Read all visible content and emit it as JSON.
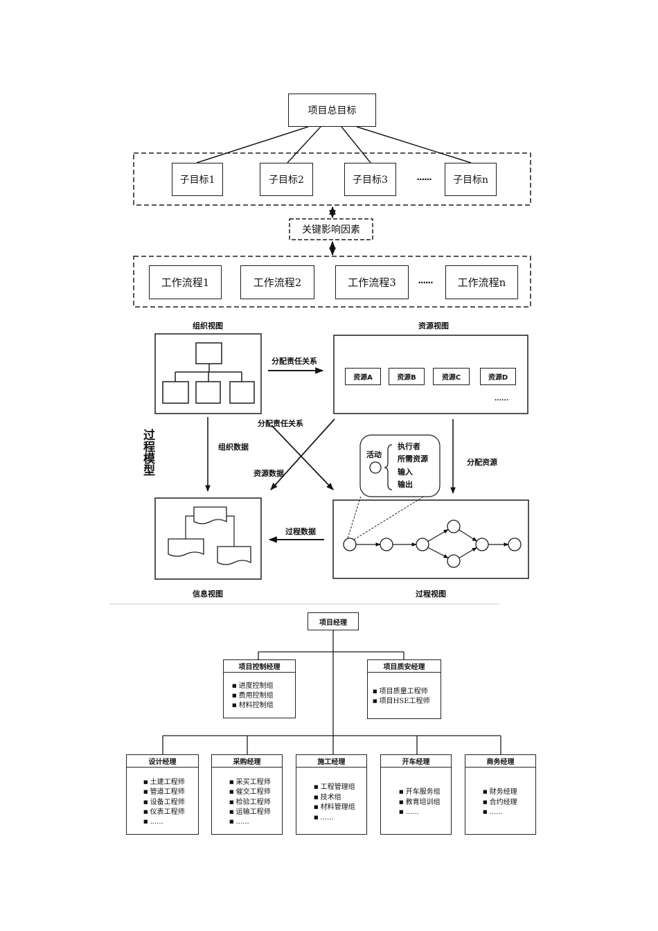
{
  "goal_hierarchy": {
    "main_goal": "项目总目标",
    "sub_goals": [
      "子目标1",
      "子目标2",
      "子目标3",
      "子目标n"
    ],
    "sub_goal_ellipsis": "......",
    "key_factors": "关键影响因素",
    "workflows": [
      "工作流程1",
      "工作流程2",
      "工作流程3",
      "工作流程n"
    ],
    "workflow_ellipsis": "......"
  },
  "process_model": {
    "title": "过程模型",
    "organization_view": {
      "label": "组织视图"
    },
    "resource_view": {
      "label": "资源视图",
      "resources": [
        "资源A",
        "资源B",
        "资源C",
        "资源D"
      ],
      "ellipsis": "......"
    },
    "information_view": {
      "label": "信息视图"
    },
    "process_view": {
      "label": "过程视图",
      "activity": {
        "label": "活动",
        "attributes": [
          "执行者",
          "所需资源",
          "输入",
          "输出"
        ]
      }
    },
    "flows": {
      "org_to_resource": "分配责任关系",
      "org_to_process": "分配责任关系",
      "org_to_information": "组织数据",
      "resource_to_information": "资源数据",
      "resource_to_process": "分配资源",
      "process_to_information": "过程数据"
    }
  },
  "org_chart": {
    "top": "项目经理",
    "staff": [
      {
        "title": "项目控制经理",
        "items": [
          "进度控制组",
          "费用控制组",
          "材料控制组"
        ]
      },
      {
        "title": "项目质安经理",
        "items": [
          "项目质量工程师",
          "项目HSE工程师"
        ]
      }
    ],
    "departments": [
      {
        "title": "设计经理",
        "items": [
          "土建工程师",
          "管道工程师",
          "设备工程师",
          "仪表工程师",
          "......"
        ]
      },
      {
        "title": "采购经理",
        "items": [
          "采买工程师",
          "催交工程师",
          "检验工程师",
          "运输工程师",
          "......"
        ]
      },
      {
        "title": "施工经理",
        "items": [
          "工程管理组",
          "技术组",
          "材料管理组",
          "......"
        ]
      },
      {
        "title": "开车经理",
        "items": [
          "开车服务组",
          "教育培训组",
          "......"
        ]
      },
      {
        "title": "商务经理",
        "items": [
          "财务经理",
          "合约经理",
          "......"
        ]
      }
    ]
  }
}
